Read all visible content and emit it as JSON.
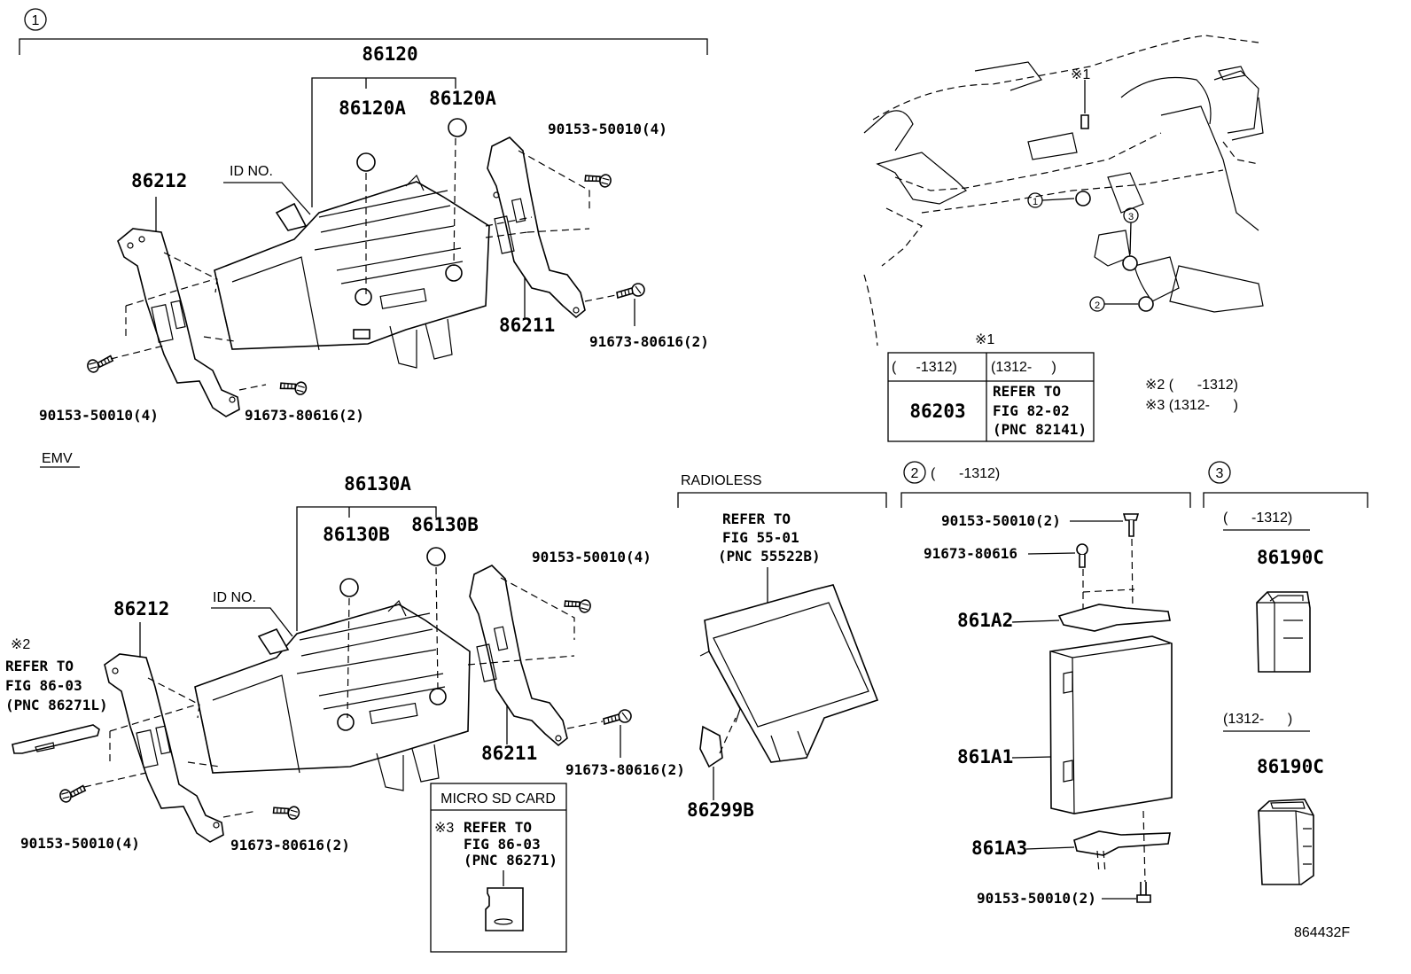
{
  "diagram_code": "864432F",
  "section1": {
    "marker": "1",
    "labels": {
      "head_unit": "86120",
      "knob_left": "86120A",
      "knob_right": "86120A",
      "id_no": "ID NO.",
      "bracket_left": "86212",
      "bracket_right": "86211",
      "screw_top_right": "90153-50010(4)",
      "bolt_right": "91673-80616(2)",
      "screw_bottom_left": "90153-50010(4)",
      "bolt_bottom": "91673-80616(2)"
    }
  },
  "emv": {
    "title": "EMV",
    "labels": {
      "head_unit": "86130A",
      "knob_left": "86130B",
      "knob_right": "86130B",
      "id_no": "ID NO.",
      "bracket_left": "86212",
      "bracket_right": "86211",
      "screw_top_right": "90153-50010(4)",
      "bolt_right": "91673-80616(2)",
      "screw_bottom_left": "90153-50010(4)",
      "bolt_bottom": "91673-80616(2)"
    },
    "note2": {
      "mark": "※2",
      "line1": "REFER TO",
      "line2": "FIG 86-03",
      "line3": "(PNC 86271L)"
    },
    "microsd": {
      "title": "MICRO SD CARD",
      "mark": "※3",
      "line1": "REFER TO",
      "line2": "FIG 86-03",
      "line3": "(PNC 86271)"
    }
  },
  "location": {
    "mark1": "※1",
    "callouts": [
      "1",
      "2",
      "3"
    ]
  },
  "table": {
    "mark": "※1",
    "col1_header": "(     -1312)",
    "col2_header": "(1312-     )",
    "col1_value": "86203",
    "col2_line1": "REFER TO",
    "col2_line2": "FIG 82-02",
    "col2_line3": "(PNC 82141)"
  },
  "legend": {
    "line1": "※2 (      -1312)",
    "line2": "※3 (1312-      )"
  },
  "radioless": {
    "title": "RADIOLESS",
    "line1": "REFER TO",
    "line2": "FIG 55-01",
    "line3": "(PNC 55522B)",
    "clip": "86299B"
  },
  "section2": {
    "marker": "2",
    "range": "(      -1312)",
    "labels": {
      "screw_top": "90153-50010(2)",
      "bolt": "91673-80616",
      "bracket_upper": "861A2",
      "module": "861A1",
      "bracket_lower": "861A3",
      "screw_bottom": "90153-50010(2)"
    }
  },
  "section3": {
    "marker": "3",
    "range_early": "(      -1312)",
    "part_early": "86190C",
    "range_late": "(1312-      )",
    "part_late": "86190C"
  }
}
